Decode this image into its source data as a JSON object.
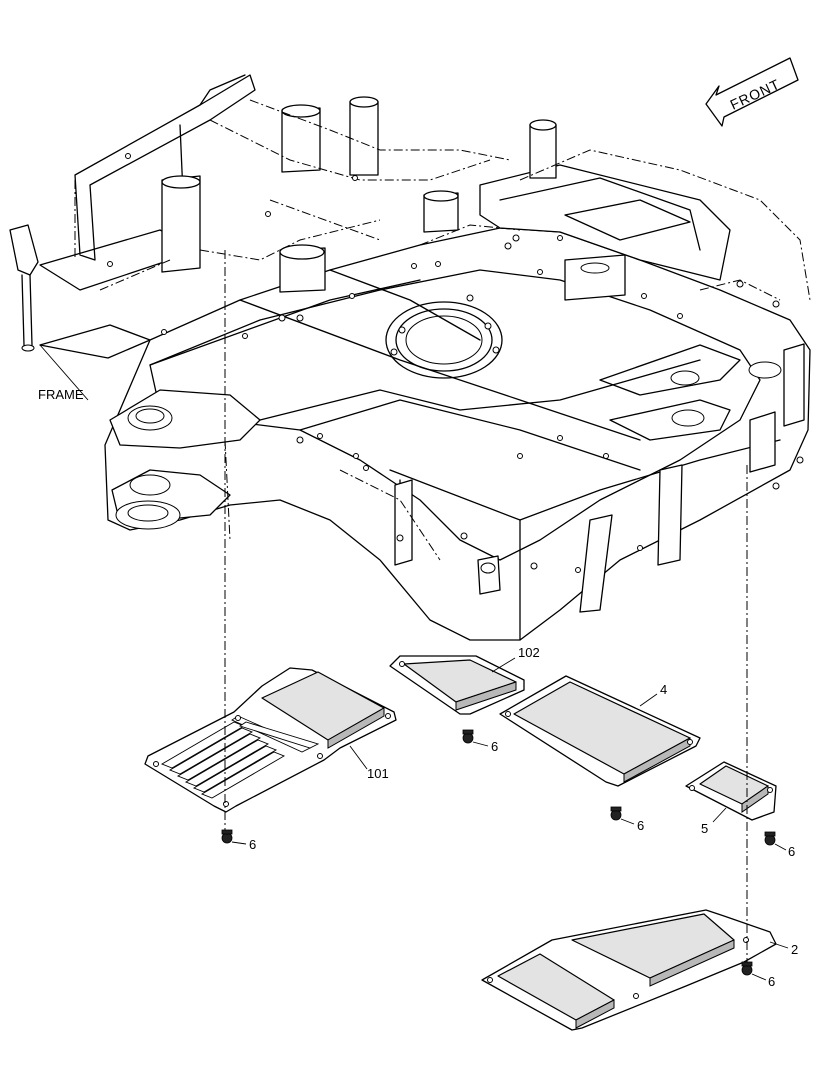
{
  "labels": {
    "frame": "FRAME",
    "front": "FRONT",
    "p101": "101",
    "p102": "102",
    "p4": "4",
    "p5": "5",
    "p2": "2",
    "bolt": "6"
  }
}
